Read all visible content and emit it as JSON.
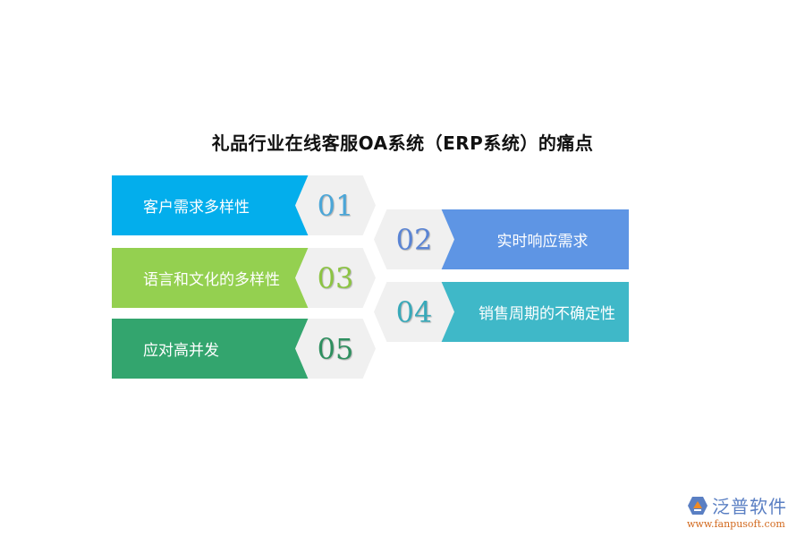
{
  "title": "礼品行业在线客服OA系统（ERP系统）的痛点",
  "items": [
    {
      "num": "01",
      "label": "客户需求多样性",
      "color": "#03aeec",
      "num_color": "#4aa6d8"
    },
    {
      "num": "02",
      "label": "实时响应需求",
      "color": "#5e95e4",
      "num_color": "#5a84d4"
    },
    {
      "num": "03",
      "label": "语言和文化的多样性",
      "color": "#94d050",
      "num_color": "#8cc443"
    },
    {
      "num": "04",
      "label": "销售周期的不确定性",
      "color": "#3fb8c8",
      "num_color": "#38a9b9"
    },
    {
      "num": "05",
      "label": "应对高并发",
      "color": "#33a56e",
      "num_color": "#2e8f5f"
    }
  ],
  "logo": {
    "name": "泛普软件",
    "url": "www.fanpusoft.com"
  }
}
